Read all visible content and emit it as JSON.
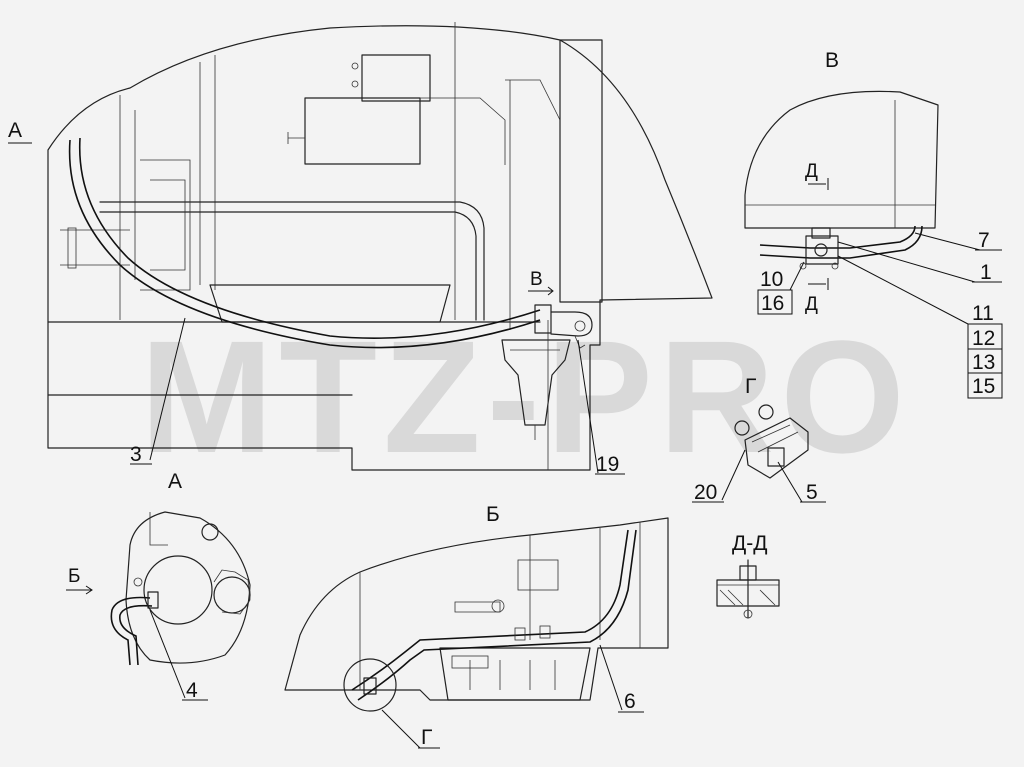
{
  "watermark": "MTZ-PRO",
  "views": {
    "main": "А",
    "a": "А",
    "b": "Б",
    "v": "В",
    "g": "Г",
    "dd": "Д-Д"
  },
  "markers": {
    "a_arrow": "А",
    "b_arrow": "Б",
    "v_arrow": "В",
    "d_top": "Д",
    "d_bottom": "Д",
    "g_circle": "Г"
  },
  "callouts": {
    "p1": "1",
    "p3": "3",
    "p4": "4",
    "p5": "5",
    "p6": "6",
    "p7": "7",
    "p10": "10",
    "p11": "11",
    "p12": "12",
    "p13": "13",
    "p15": "15",
    "p16": "16",
    "p19": "19",
    "p20": "20"
  }
}
